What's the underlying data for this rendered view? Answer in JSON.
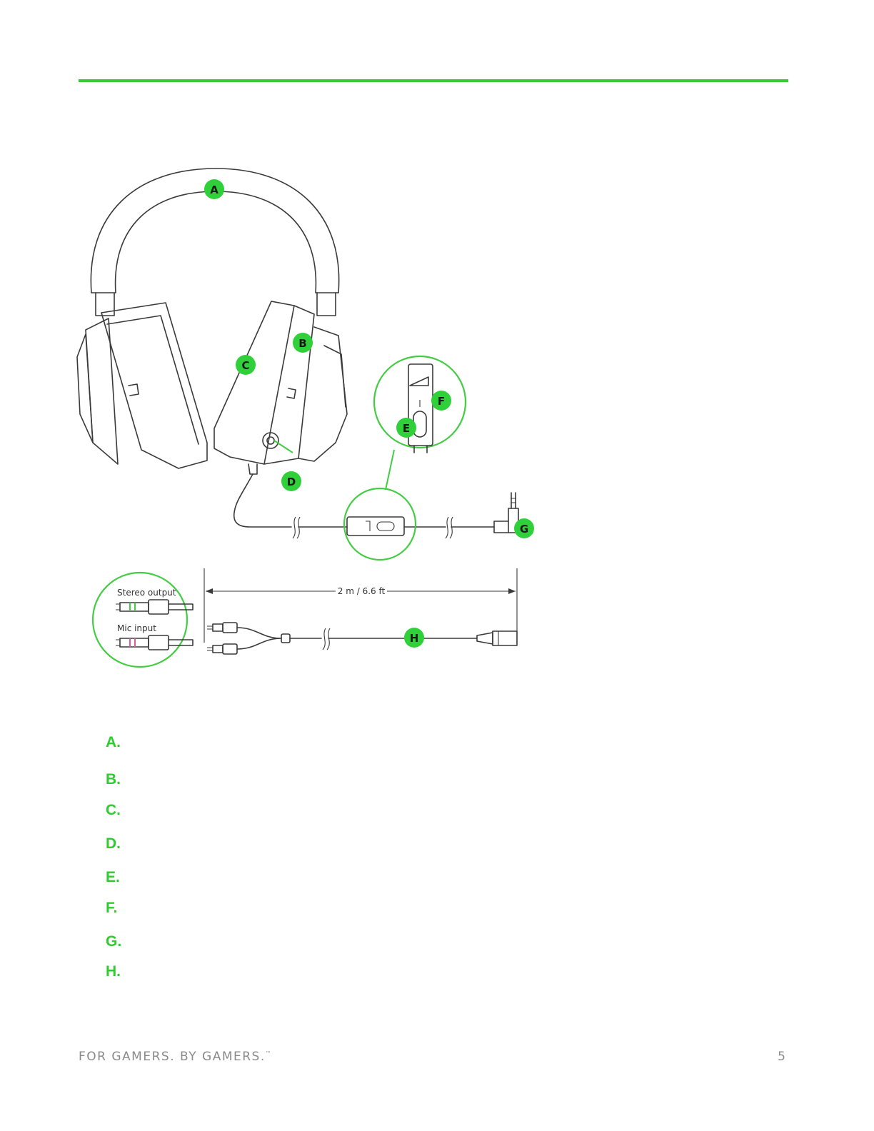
{
  "callouts": {
    "a": "A",
    "b": "B",
    "c": "C",
    "d": "D",
    "e": "E",
    "f": "F",
    "g": "G",
    "h": "H"
  },
  "diagram_labels": {
    "stereo_output": "Stereo output",
    "mic_input": "Mic input",
    "cable_length": "2 m / 6.6 ft"
  },
  "legend": [
    {
      "letter": "A."
    },
    {
      "letter": "B."
    },
    {
      "letter": "C."
    },
    {
      "letter": "D."
    },
    {
      "letter": "E."
    },
    {
      "letter": "F."
    },
    {
      "letter": "G."
    },
    {
      "letter": "H."
    }
  ],
  "footer": {
    "tagline": "FOR GAMERS. BY GAMERS.",
    "trademark": "™",
    "page_number": "5"
  },
  "colors": {
    "accent": "#33cc33",
    "footer_text": "#8a8a8a"
  }
}
